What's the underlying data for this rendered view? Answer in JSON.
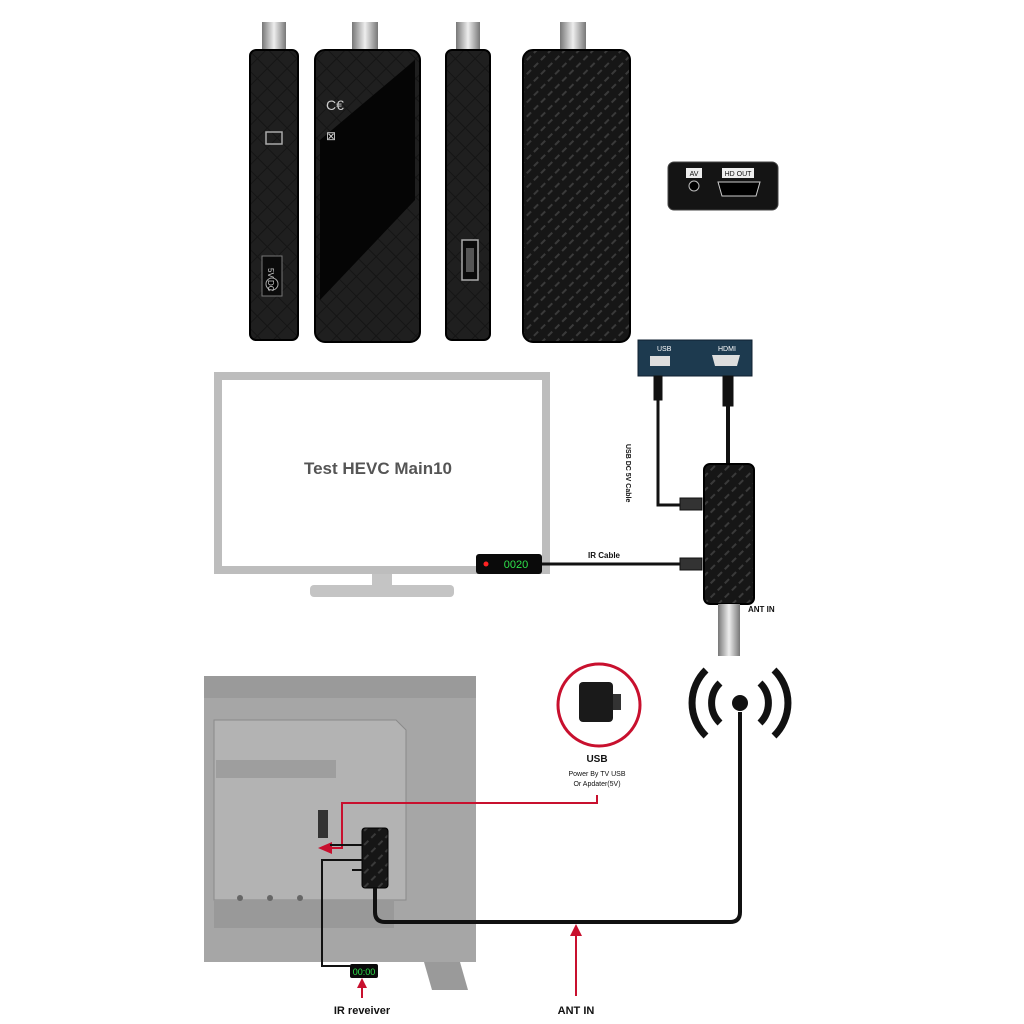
{
  "device_labels": {
    "av": "AV",
    "hd_out": "HD OUT",
    "dc_5v": "5V DC",
    "usb": "USB",
    "hdmi": "HDMI",
    "display": "0020"
  },
  "setup_diagram": {
    "tv_text": "Test HEVC Main10",
    "usb_cable": "USB DC 5V Cable",
    "ir_cable": "IR Cable",
    "ant_in": "ANT IN"
  },
  "install_diagram": {
    "usb_title": "USB",
    "usb_desc_1": "Power By TV USB",
    "usb_desc_2": "Or Apdater(5V)",
    "ir_receiver": "IR reveiver",
    "ant_in": "ANT IN",
    "ir_display": "00:00"
  },
  "colors": {
    "device": "#121212",
    "accent_red": "#c8102e",
    "panel_blue": "#1d3a4f",
    "tv_gray": "#b8b8b8",
    "led_green": "#2ee24a"
  }
}
